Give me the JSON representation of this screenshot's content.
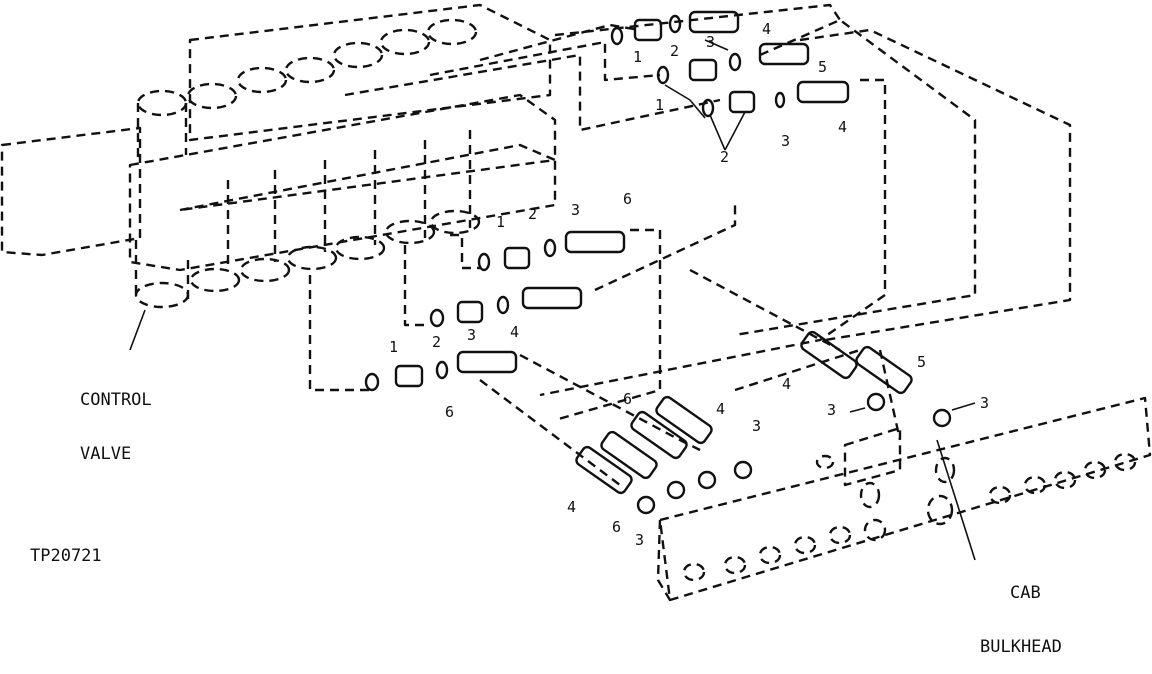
{
  "figure_id": "TP20721",
  "labels": {
    "control_valve": [
      "CONTROL",
      "VALVE"
    ],
    "cab_bulkhead": [
      "CAB",
      "BULKHEAD"
    ]
  },
  "callouts": {
    "c1a": "1",
    "c2a": "2",
    "c3a": "3",
    "c4a": "4",
    "c5a": "5",
    "c1b": "1",
    "c2b": "2",
    "c3b": "3",
    "c4b": "4",
    "c1c": "1",
    "c2c": "2",
    "c3c": "3",
    "c6c": "6",
    "c1d": "1",
    "c2d": "2",
    "c3d": "3",
    "c4d": "4",
    "c6e": "6",
    "c4f": "4",
    "c5f": "5",
    "c3f1": "3",
    "c3f2": "3",
    "c6g": "6",
    "c4g": "4",
    "c3g": "3",
    "c4h": "4",
    "c6h": "6",
    "c3h": "3"
  },
  "colors": {
    "ink": "#111111",
    "paper": "#ffffff"
  }
}
